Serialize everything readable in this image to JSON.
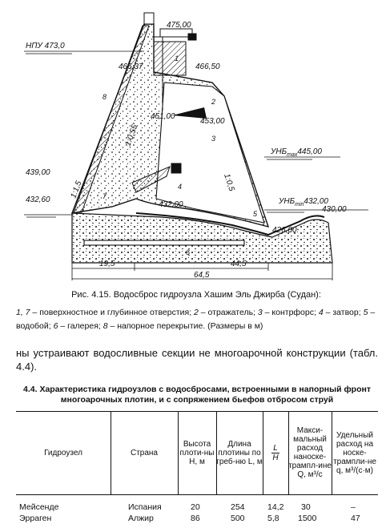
{
  "figure": {
    "elevations": {
      "npu": "НПУ 473,0",
      "e475": "475,00",
      "e466_37": "466,37",
      "e466_50": "466,50",
      "e451": "451,00",
      "e453": "453,00",
      "e439": "439,00",
      "e432_60": "432,60",
      "e432": "432,00",
      "e426": "426,00",
      "e430": "430,00",
      "unb_max_label": "УНБ",
      "unb_max_sub": "max",
      "unb_max_value": "445,00",
      "unb_min_label": "УНБ",
      "unb_min_sub": "min",
      "unb_min_value": "432,00"
    },
    "slopes": {
      "s1": "1:0,55",
      "s2": "1:1,5",
      "s3": "1:0,5"
    },
    "callouts": [
      "1",
      "2",
      "3",
      "4",
      "5",
      "6",
      "7",
      "8"
    ],
    "dimensions": {
      "d19_5": "19,5",
      "d44_5": "44,5",
      "d64_5": "64,5"
    }
  },
  "caption": "Рис. 4.15. Водосброс гидроузла Хашим Эль Джирба (Судан):",
  "legend": {
    "n1": "1, 7",
    "t1": " – поверхностное и глубинное отверстия; ",
    "n2": "2",
    "t2": " – отражатель; ",
    "n3": "3",
    "t3": " – контрфорс; ",
    "n4": "4",
    "t4": " – затвор; ",
    "n5": "5",
    "t5": " – водобой; ",
    "n6": "6",
    "t6": " – галерея; ",
    "n8": "8",
    "t8": " – напорное перекрытие. (Размеры в м)"
  },
  "body_text": "ны устраивают водосливные секции не многоарочной конструкции (табл. 4.4).",
  "table_title": {
    "line1": "4.4. Характеристика гидроузлов с водосбросами, встроенными в напорный фронт",
    "line2": "многоарочных плотин, и с сопряжением бьефов отбросом струй"
  },
  "table": {
    "headers": {
      "hydro": "Гидроузел",
      "country": "Страна",
      "height": "Высота плоти-ны H, м",
      "length": "Длина плотины по греб-ню L, м",
      "ratio_num": "L",
      "ratio_den": "H",
      "discharge": "Макси-мальный расход наноске-трампл-ине Q, м³/с",
      "specific": "Удельный расход на носке-трампли-не q, м³/(с·м)"
    },
    "rows": [
      {
        "name": "Мейсенде",
        "country": "Испания",
        "h": "20",
        "l": "254",
        "ratio": "14,2",
        "q": "30",
        "sq": "–"
      },
      {
        "name": "Эрраген",
        "country": "Алжир",
        "h": "86",
        "l": "500",
        "ratio": "5,8",
        "q": "1500",
        "sq": "47"
      }
    ]
  }
}
